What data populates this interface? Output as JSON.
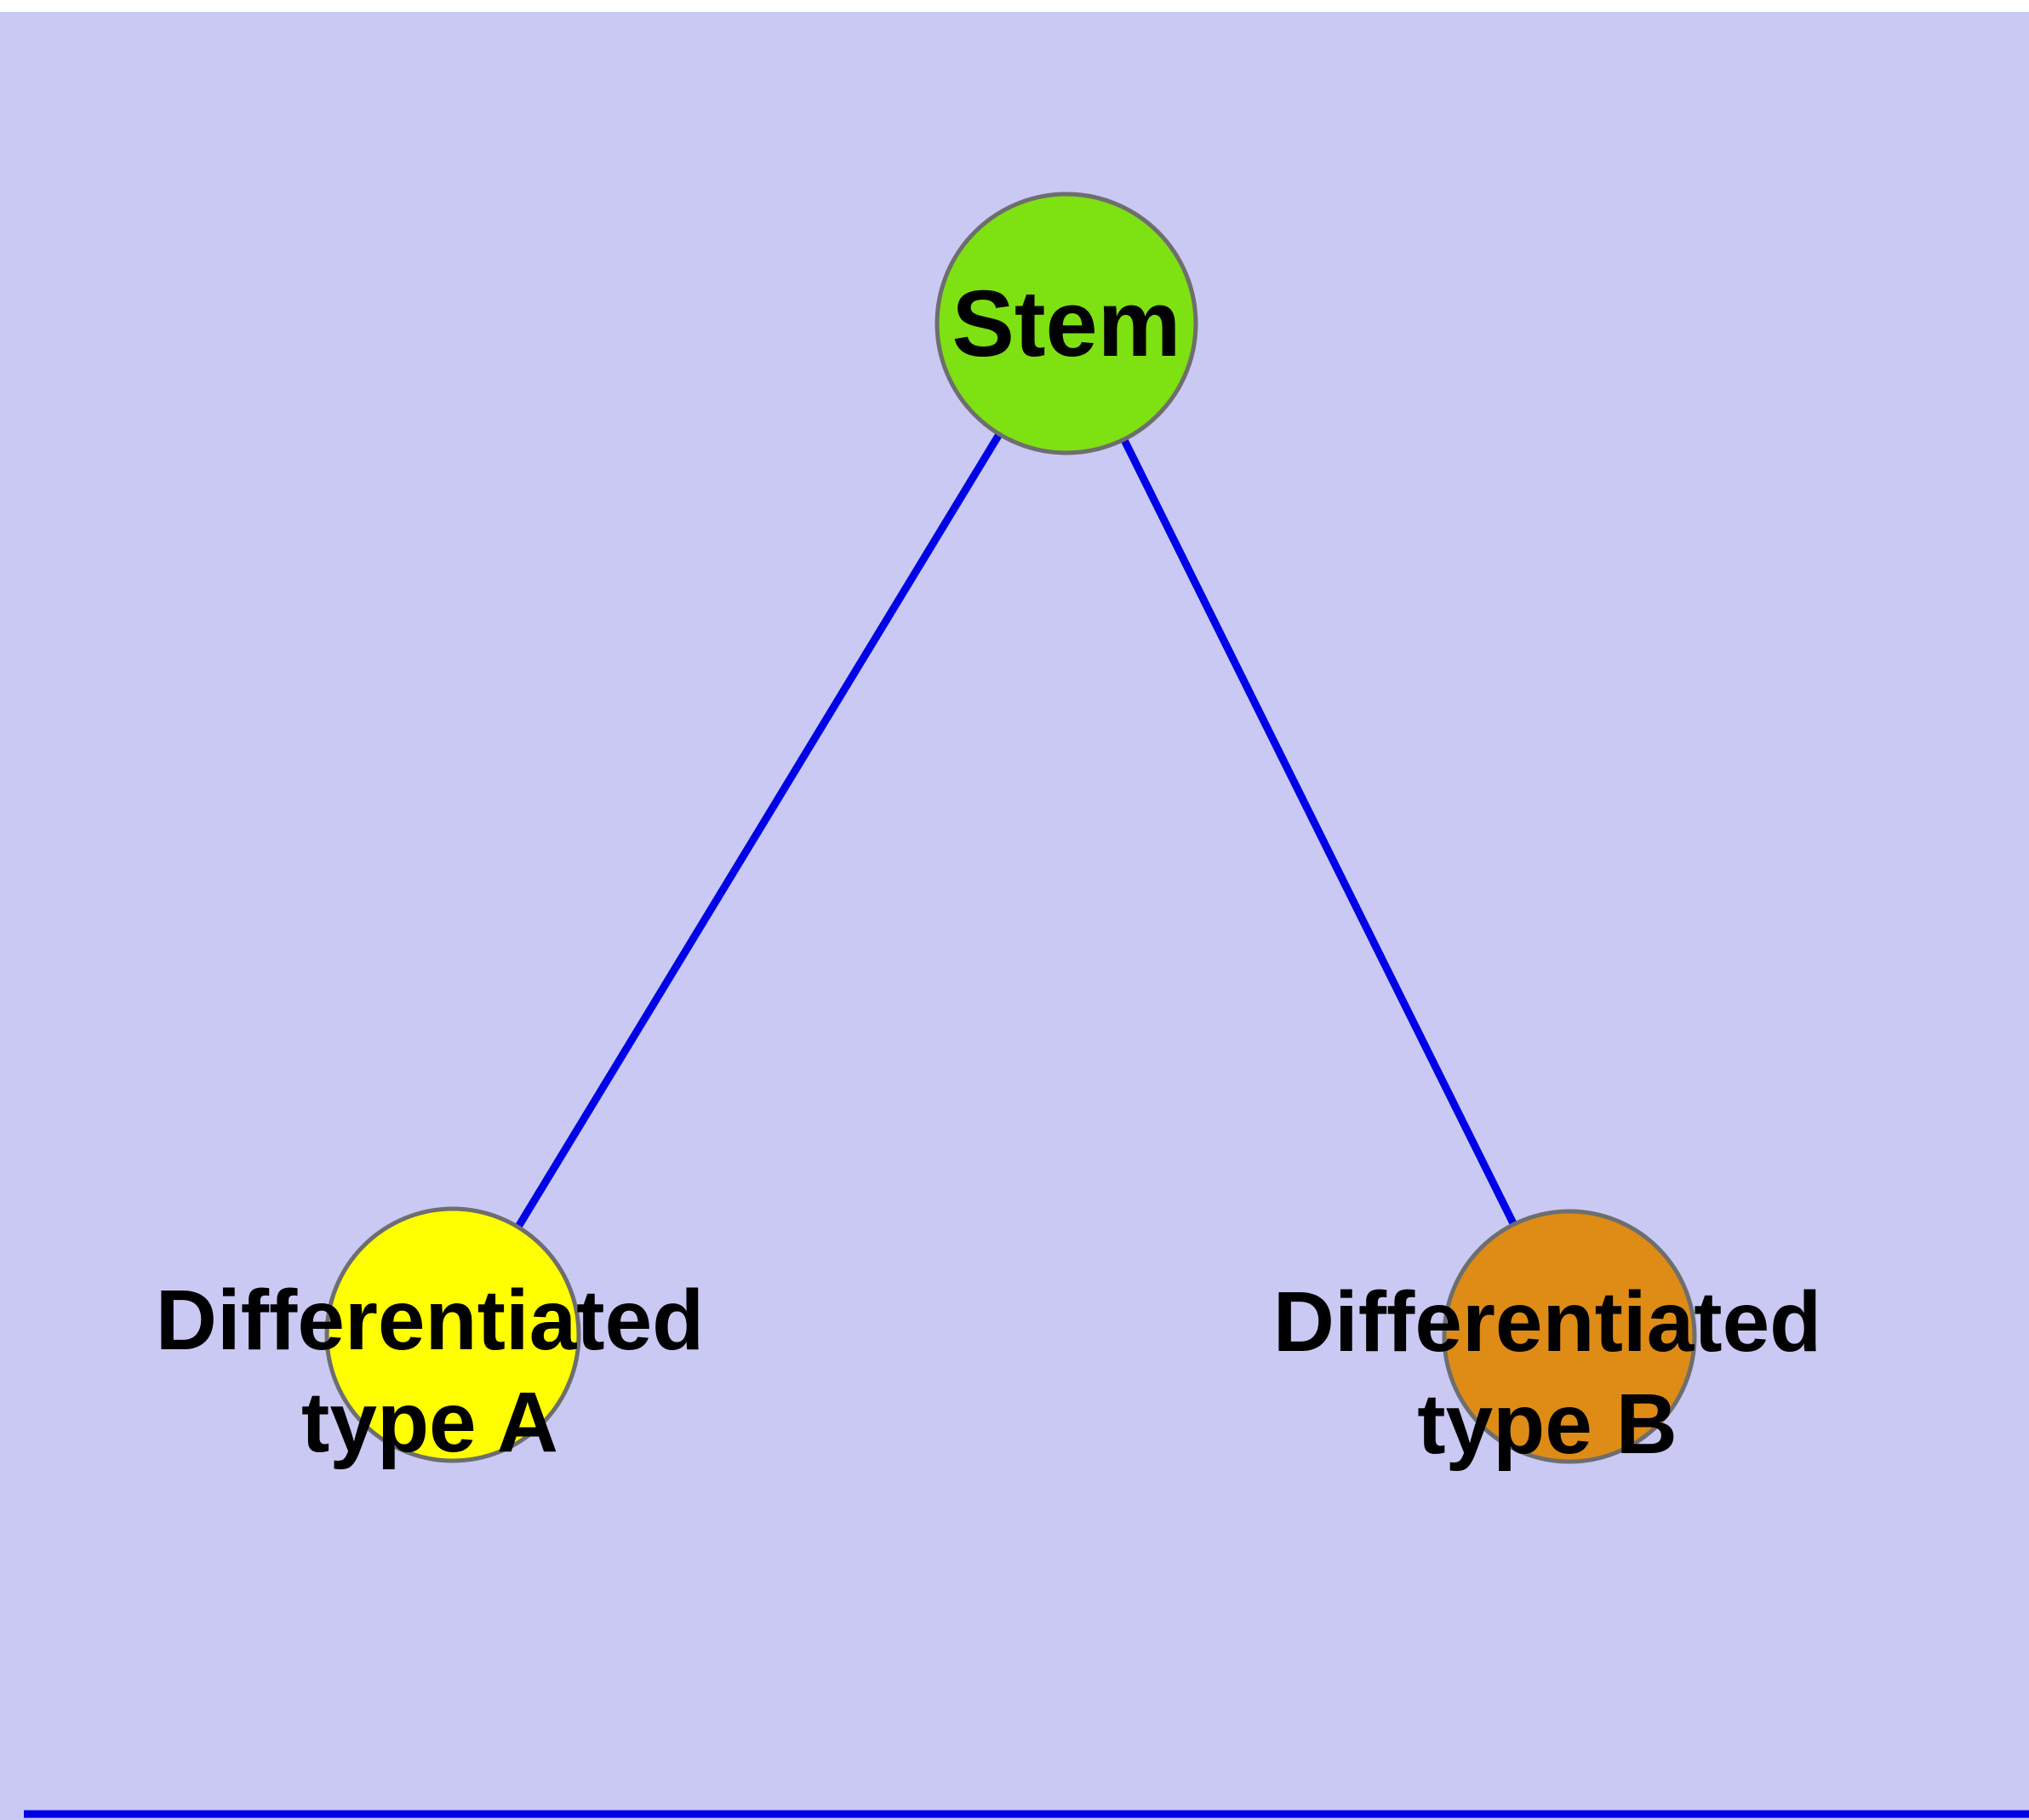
{
  "page": {
    "top_strip_color": "#ffffff",
    "canvas_background": "#c9c9f3"
  },
  "diagram": {
    "type": "node-link-graph",
    "edge_color": "#0000e8",
    "node_border_color": "#6e6e6e",
    "text_color": "#000000",
    "nodes": {
      "stem": {
        "label": "Stem",
        "fill": "#7ee112"
      },
      "type_a": {
        "label_line1": "Differentiated",
        "label_line2": "type A",
        "label_full": "Differentiated type A",
        "fill": "#ffff00"
      },
      "type_b": {
        "label_line1": "Differentiated",
        "label_line2": "type B",
        "label_full": "Differentiated type B",
        "fill": "#de8c16"
      }
    },
    "edges": [
      {
        "from": "Stem",
        "to": "Differentiated type A"
      },
      {
        "from": "Stem",
        "to": "Differentiated type B"
      }
    ]
  }
}
